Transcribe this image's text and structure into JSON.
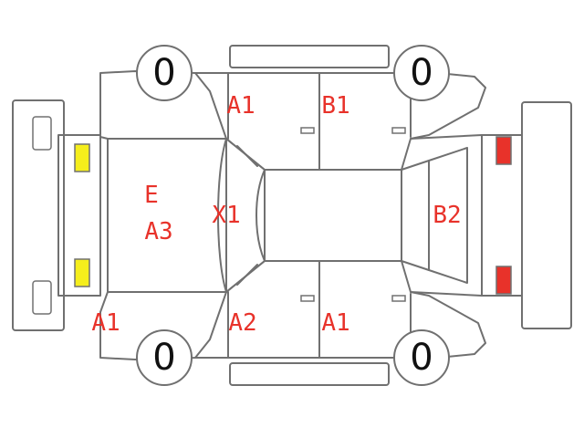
{
  "colors": {
    "outline": "#707070",
    "label": "#e8322a",
    "headlight": "#f5ee1c",
    "taillight": "#e8322a"
  },
  "wheels": {
    "front_top": "0",
    "rear_top": "0",
    "front_bottom": "0",
    "rear_bottom": "0"
  },
  "codes": {
    "roof_front_top": "A1",
    "roof_rear_top": "B1",
    "hood_E": "E",
    "hood_A3": "A3",
    "windshield": "X1",
    "rear_panel": "B2",
    "front_bumper_bottom": "A1",
    "front_door_bottom": "A2",
    "rear_door_bottom": "A1"
  }
}
